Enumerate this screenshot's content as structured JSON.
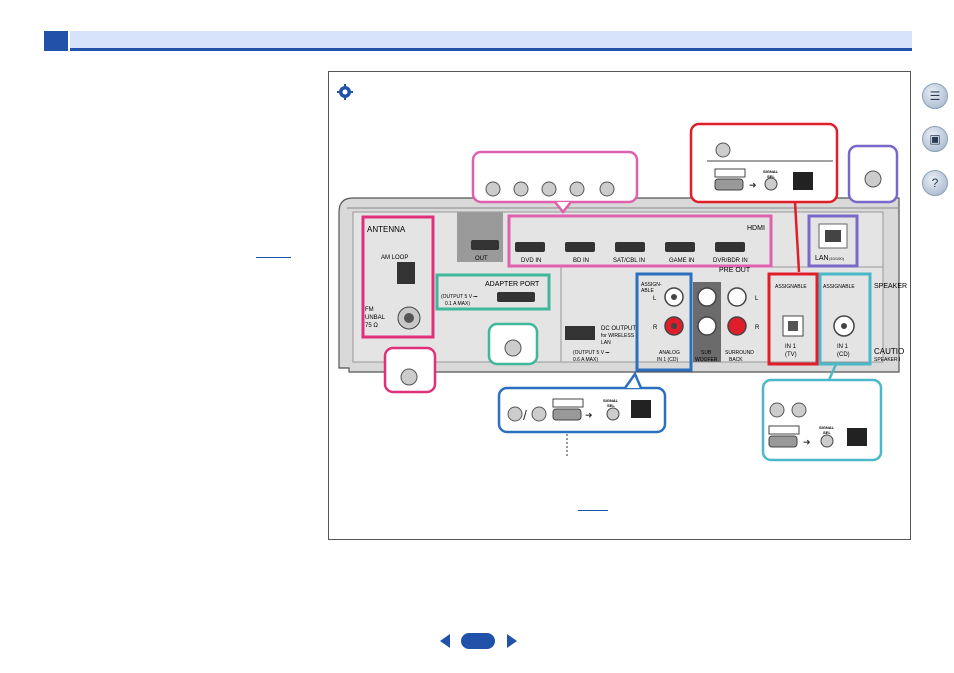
{
  "connections": {
    "antenna": "ANTENNA",
    "am_loop": "AM LOOP",
    "fm_unbal": "FM",
    "fm_unbal_2": "UNBAL",
    "fm_ohm": "75 Ω",
    "hdmi_out": "OUT",
    "hdmi": "HDMI",
    "hdmi_inputs": [
      "DVD IN",
      "BD IN",
      "SAT/CBL IN",
      "GAME IN",
      "DVR/BDR IN"
    ],
    "lan": "LAN",
    "lan_spec": "(10/100)",
    "adapter_port": "ADAPTER PORT",
    "adapter_output": "(OUTPUT 5 V ⎓",
    "adapter_output_2": "0.1 A MAX)",
    "dc_output": "DC OUTPUT",
    "dc_for": "for WIRELESS",
    "dc_lan": "LAN",
    "dc_spec": "(OUTPUT 5 V ⎓",
    "dc_spec_2": "0.6 A MAX)",
    "assignable": "ASSIGN-",
    "assignable_2": "ABLE",
    "l": "L",
    "r": "R",
    "analog": "ANALOG",
    "analog_in": "IN 1 (CD)",
    "pre_out": "PRE OUT",
    "sub": "SUB",
    "woofer": "WOOFER",
    "surround": "SURROUND",
    "back": "BACK",
    "optical_assignable": "ASSIGNABLE",
    "optical_in": "IN 1",
    "optical_tv": "(TV)",
    "coax_assignable": "ASSIGNABLE",
    "coax_in": "IN 1",
    "coax_cd": "(CD)",
    "speakers": "SPEAKER",
    "caution": "CAUTIO",
    "caution_2": "SPEAKER I",
    "signal_sel": "SIGNAL",
    "signal_sel_2": "SEL",
    "slash": "/"
  },
  "colors": {
    "header_blue": "#1f52a8",
    "magenta": "#e0307a",
    "pink": "#e060b0",
    "green": "#3fb79a",
    "red": "#e01e2a",
    "purple": "#7a68c8",
    "blue": "#2a6fc0",
    "teal": "#4ab8c8"
  }
}
